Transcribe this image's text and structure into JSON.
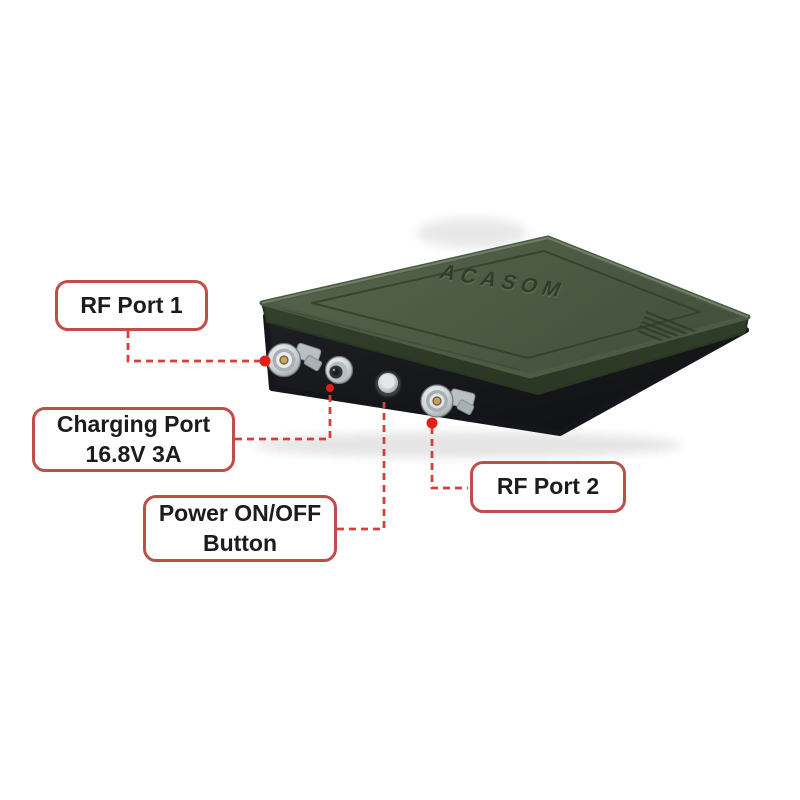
{
  "background": "#ffffff",
  "device": {
    "brand": "ACASOM",
    "colors": {
      "lid_green": "#4d5b45",
      "lid_chamfer_green": "#2e3a27",
      "base_black": "#17191b"
    },
    "ports": [
      {
        "name": "rf-port-1",
        "type": "RF N-type connector"
      },
      {
        "name": "charging-port",
        "type": "round charging connector"
      },
      {
        "name": "power-button",
        "type": "metal push button"
      },
      {
        "name": "rf-port-2",
        "type": "RF N-type connector"
      }
    ]
  },
  "callouts": [
    {
      "id": "rf-port-1",
      "lines": [
        "RF Port 1"
      ]
    },
    {
      "id": "charging-port",
      "lines": [
        "Charging Port",
        "16.8V 3A"
      ]
    },
    {
      "id": "power-button",
      "lines": [
        "Power ON/OFF",
        "Button"
      ]
    },
    {
      "id": "rf-port-2",
      "lines": [
        "RF Port 2"
      ]
    }
  ],
  "style": {
    "callout_border_color": "#bf4e49",
    "leader_line_color": "#d6403a",
    "endpoint_dot_color": "#e02018",
    "label_text_color": "#1c1c1c"
  }
}
